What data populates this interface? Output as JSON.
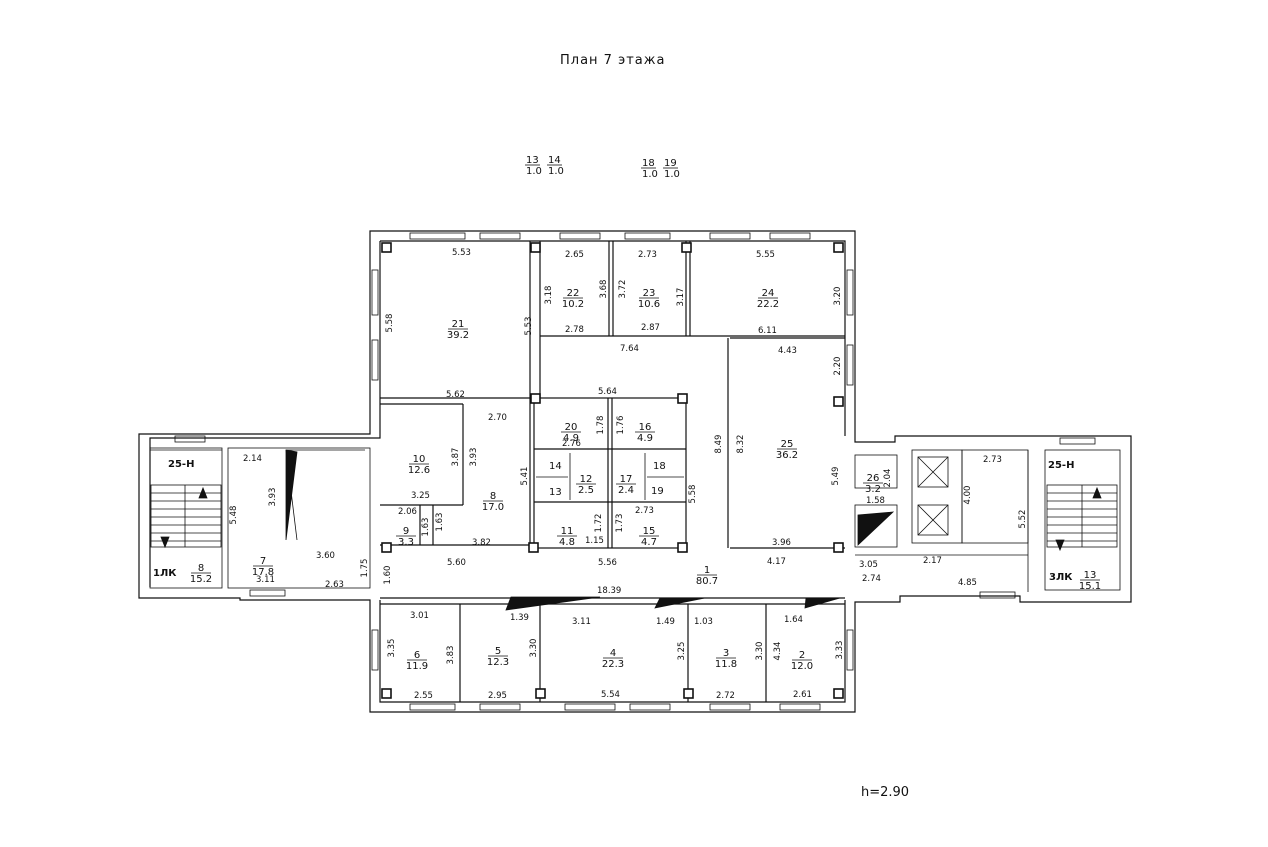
{
  "title": "План 7 этажа",
  "height_note": "h=2.90",
  "stair_labels": {
    "left_type": "25-Н",
    "right_type": "25-Н",
    "left_code": "1ЛК",
    "right_code": "3ЛК"
  },
  "floating_rooms": [
    {
      "num": "13",
      "area": "1.0"
    },
    {
      "num": "14",
      "area": "1.0"
    },
    {
      "num": "18",
      "area": "1.0"
    },
    {
      "num": "19",
      "area": "1.0"
    }
  ],
  "rooms": [
    {
      "num": "21",
      "area": "39.2"
    },
    {
      "num": "22",
      "area": "10.2"
    },
    {
      "num": "23",
      "area": "10.6"
    },
    {
      "num": "24",
      "area": "22.2"
    },
    {
      "num": "25",
      "area": "36.2"
    },
    {
      "num": "26",
      "area": "3.2"
    },
    {
      "num": "20",
      "area": "4.9"
    },
    {
      "num": "16",
      "area": "4.9"
    },
    {
      "num": "12",
      "area": "2.5"
    },
    {
      "num": "17",
      "area": "2.4"
    },
    {
      "num": "11",
      "area": "4.8"
    },
    {
      "num": "15",
      "area": "4.7"
    },
    {
      "num": "10",
      "area": "12.6"
    },
    {
      "num": "8",
      "area": "17.0"
    },
    {
      "num": "9",
      "area": "3.3"
    },
    {
      "num": "7",
      "area": "17.8"
    },
    {
      "num": "8",
      "area": "15.2"
    },
    {
      "num": "13",
      "area": "15.1"
    },
    {
      "num": "1",
      "area": "80.7"
    },
    {
      "num": "6",
      "area": "11.9"
    },
    {
      "num": "5",
      "area": "12.3"
    },
    {
      "num": "4",
      "area": "22.3"
    },
    {
      "num": "3",
      "area": "11.8"
    },
    {
      "num": "2",
      "area": "12.0"
    }
  ],
  "wc_labels": [
    "14",
    "13",
    "18",
    "19"
  ],
  "dimensions": [
    "5.53",
    "2.65",
    "2.73",
    "5.55",
    "5.58",
    "5.53",
    "3.18",
    "3.68",
    "3.72",
    "3.17",
    "3.20",
    "2.78",
    "2.87",
    "6.11",
    "7.64",
    "4.43",
    "2.20",
    "5.62",
    "5.64",
    "2.70",
    "1.78",
    "1.76",
    "2.76",
    "3.87",
    "3.93",
    "8.49",
    "8.32",
    "5.41",
    "5.58",
    "3.25",
    "2.14",
    "3.93",
    "5.48",
    "1.72",
    "1.73",
    "2.73",
    "1.15",
    "2.06",
    "1.63",
    "1.63",
    "3.82",
    "3.60",
    "5.60",
    "5.56",
    "3.96",
    "4.17",
    "5.49",
    "2.04",
    "1.58",
    "2.73",
    "4.00",
    "5.52",
    "3.05",
    "2.17",
    "3.11",
    "2.63",
    "1.75",
    "1.60",
    "18.39",
    "2.74",
    "4.85",
    "3.01",
    "1.39",
    "3.11",
    "1.49",
    "1.03",
    "1.64",
    "3.35",
    "3.83",
    "3.30",
    "3.25",
    "3.30",
    "4.34",
    "3.33",
    "2.55",
    "2.95",
    "5.54",
    "2.72",
    "2.61"
  ]
}
